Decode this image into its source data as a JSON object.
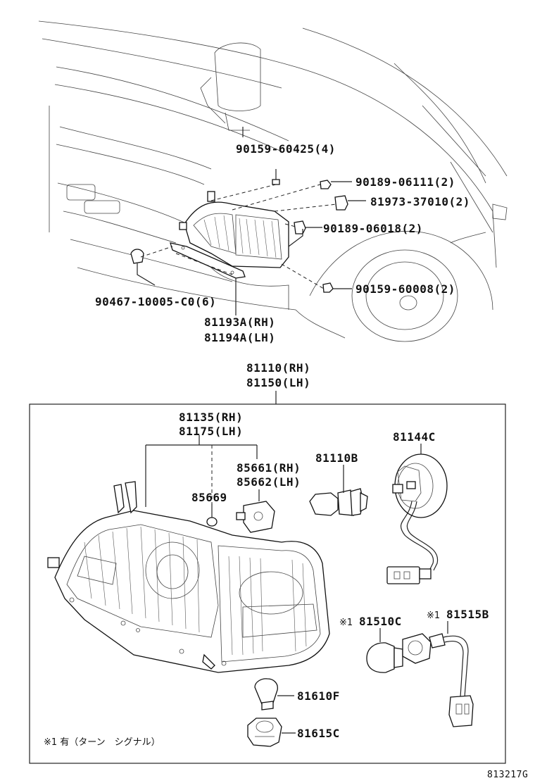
{
  "labels": {
    "p90159_60425": "90159-60425(4)",
    "p90189_06111": "90189-06111(2)",
    "p81973_37010": "81973-37010(2)",
    "p90189_06018": "90189-06018(2)",
    "p90467": "90467-10005-C0(6)",
    "p90159_60008": "90159-60008(2)",
    "p81193A": "81193A(RH)",
    "p81194A": "81194A(LH)",
    "p81110": "81110(RH)",
    "p81150": "81150(LH)",
    "p81135": "81135(RH)",
    "p81175": "81175(LH)",
    "p85661": "85661(RH)",
    "p85662": "85662(LH)",
    "p81110B": "81110B",
    "p81144C": "81144C",
    "p85669": "85669",
    "p81510C": "81510C",
    "p81515B": "81515B",
    "p81610F": "81610F",
    "p81615C": "81615C"
  },
  "note_mark": "※1",
  "footnote": "※1 有（ターン　シグナル）",
  "diagram_id": "813217G"
}
